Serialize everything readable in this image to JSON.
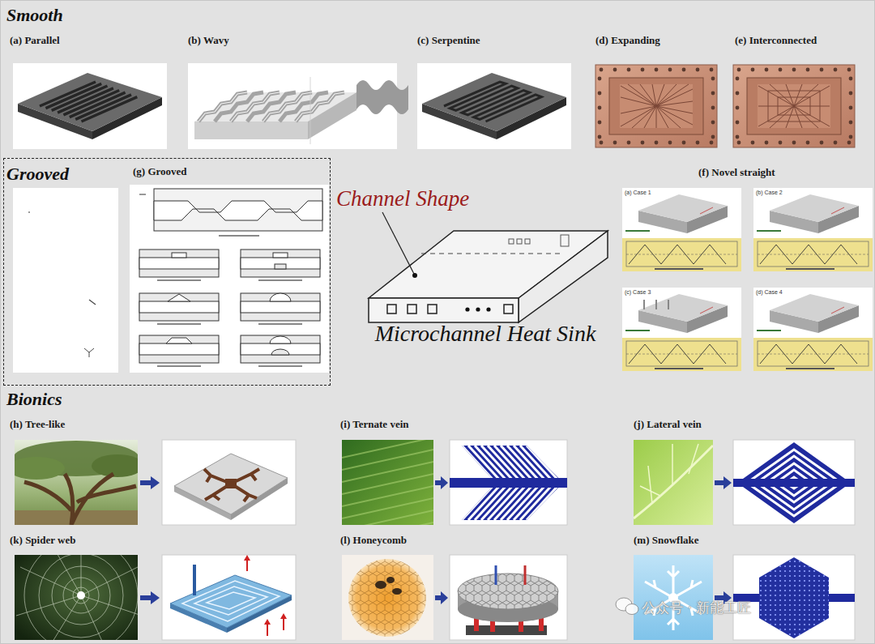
{
  "diagram": {
    "nodes": [
      {
        "text": [
          "Smooth"
        ]
      },
      {
        "text": [
          "(a) Parallel"
        ],
        "in": 0
      },
      {
        "text": [
          "(b) Wavy"
        ],
        "in": 0
      },
      {
        "text": [
          "(c) Serpentine"
        ],
        "in": 0
      },
      {
        "text": [
          "(d) Expanding"
        ],
        "in": 0
      },
      {
        "text": [
          "(e) Interconnected"
        ],
        "in": 0
      },
      {
        "text": [
          "Grooved"
        ]
      },
      {
        "text": [
          "(g) Grooved"
        ],
        "in": 6
      },
      {
        "text": [
          "(f) Novel straight"
        ]
      },
      {
        "text": [
          "(a) Case 1"
        ],
        "in": 8
      },
      {
        "text": [
          "(b) Case 2"
        ],
        "in": 8
      },
      {
        "text": [
          "(c) Case 3"
        ],
        "in": 8
      },
      {
        "text": [
          "(d) Case 4"
        ],
        "in": 8
      },
      {
        "text": [
          "Microchannel Heat Sink"
        ]
      },
      {
        "text": [
          "Bionics"
        ]
      },
      {
        "text": [
          "(h) Tree-like"
        ],
        "in": 14
      },
      {
        "text": [
          "(i) Ternate vein"
        ],
        "in": 14
      },
      {
        "text": [
          "(j) Lateral vein"
        ],
        "in": 14
      },
      {
        "text": [
          "(k) Spider web"
        ],
        "in": 14
      },
      {
        "text": [
          "(l) Honeycomb"
        ],
        "in": 14
      },
      {
        "text": [
          "(m) Snowflake"
        ],
        "in": 14
      }
    ],
    "labels": [
      "Channel Shape",
      "公众号 · 新能工匠"
    ]
  }
}
